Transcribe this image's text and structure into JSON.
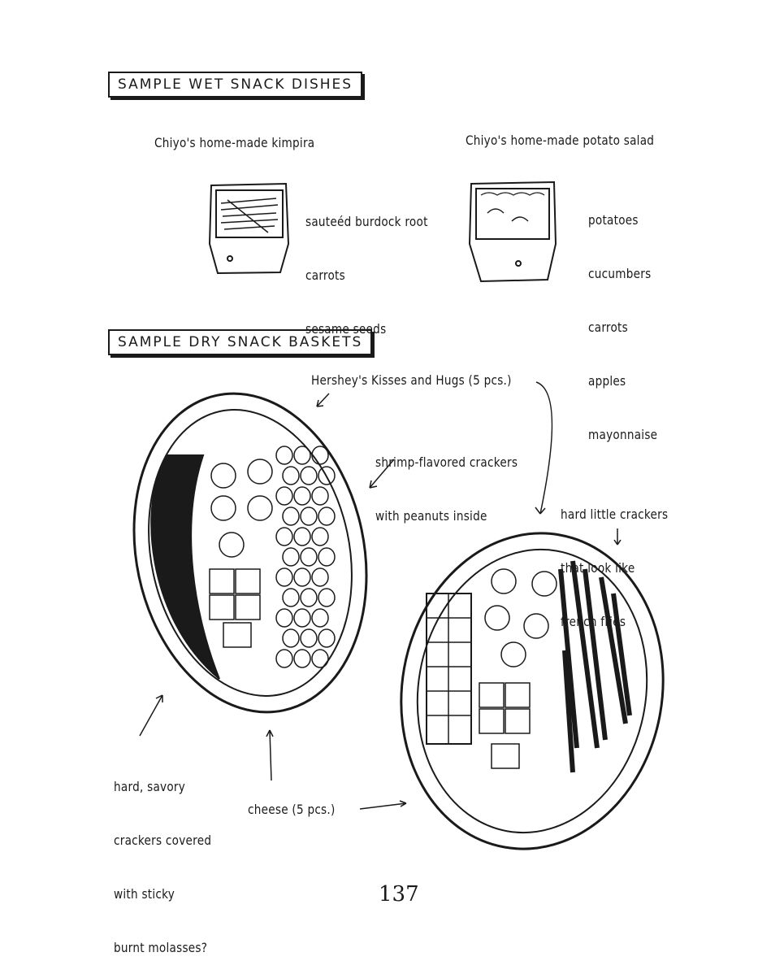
{
  "sections": {
    "wet_title": "SAMPLE WET SNACK DISHES",
    "dry_title": "SAMPLE DRY SNACK BASKETS"
  },
  "wet_dishes": [
    {
      "name": "Chiyo's home-made kimpira",
      "ingredients": [
        "sauteéd burdock root",
        "carrots",
        "sesame seeds"
      ]
    },
    {
      "name": "Chiyo's home-made potato salad",
      "ingredients": [
        "potatoes",
        "cucumbers",
        "carrots",
        "apples",
        "mayonnaise"
      ]
    }
  ],
  "annotations": {
    "kisses": "Hershey's Kisses and Hugs (5 pcs.)",
    "shrimp": [
      "shrimp-flavored crackers",
      "with peanuts inside"
    ],
    "fries": [
      "hard little crackers",
      "that look like",
      "french fries"
    ],
    "molasses": [
      "hard, savory",
      "crackers covered",
      "with sticky",
      "burnt molasses?"
    ],
    "cheese": "cheese (5 pcs.)"
  },
  "page_number": "137"
}
